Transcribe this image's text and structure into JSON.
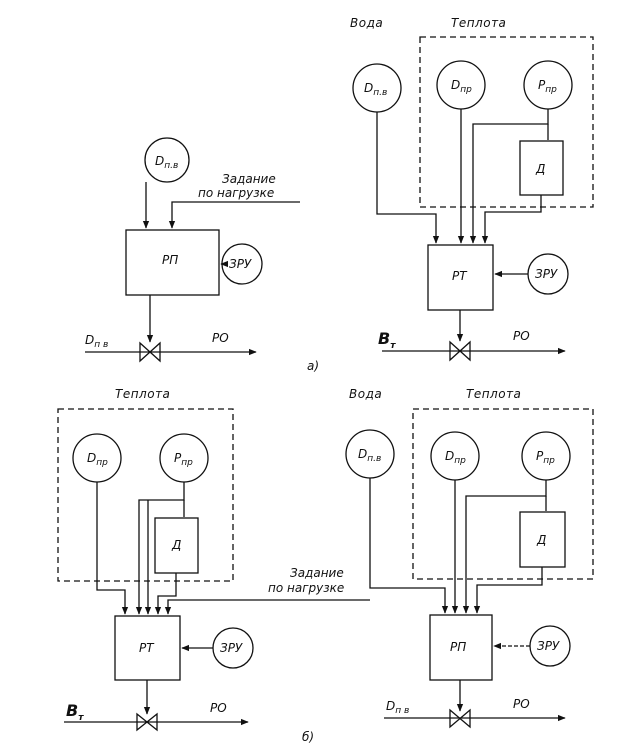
{
  "diagram": {
    "headings": {
      "water": "Вода",
      "heat": "Теплота"
    },
    "signals": {
      "d_pv": "D",
      "d_pv_sub": "п.в",
      "d_pr": "D",
      "d_pr_sub": "пр",
      "p_pr": "P",
      "p_pr_sub": "пр"
    },
    "blocks": {
      "rp": "РП",
      "rt": "РТ",
      "d": "Д",
      "zru": "ЗРУ"
    },
    "flows": {
      "d_pv_line": "D",
      "d_pv_line_sub": "п в",
      "bt": "В",
      "bt_sub": "т",
      "ro": "РО"
    },
    "task": {
      "line1": "Задание",
      "line2": "по нагрузке"
    },
    "captions": {
      "a": "а)",
      "b": "б)"
    }
  }
}
